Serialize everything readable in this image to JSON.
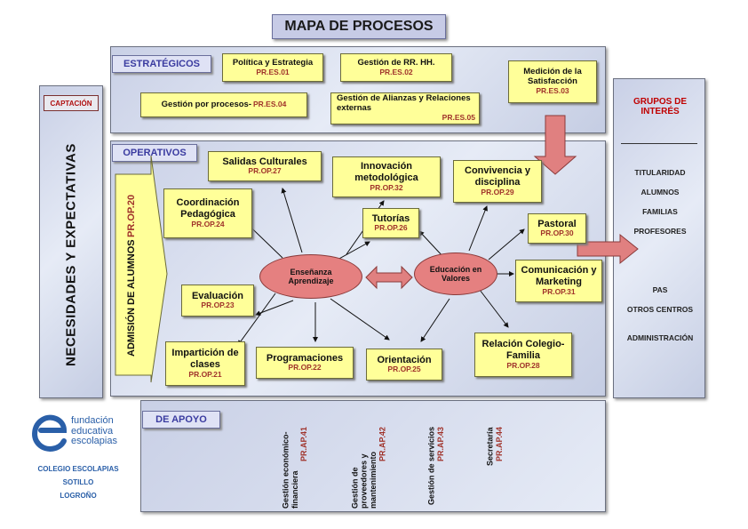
{
  "title": "MAPA DE PROCESOS",
  "left_panel": {
    "captacion": "CAPTACIÓN",
    "necesidades": "NECESIDADES Y EXPECTATIVAS"
  },
  "sections": {
    "estrategicos": "ESTRATÉGICOS",
    "operativos": "OPERATIVOS",
    "apoyo": "DE APOYO"
  },
  "strategic": [
    {
      "name": "Política y Estrategia",
      "code": "PR.ES.01"
    },
    {
      "name": "Gestión de RR. HH.",
      "code": "PR.ES.02"
    },
    {
      "name": "Medición de la Satisfacción",
      "code": "PR.ES.03"
    },
    {
      "name": "Gestión por procesos-",
      "code": "PR.ES.04"
    },
    {
      "name": "Gestión de Alianzas y Relaciones externas",
      "code": "PR.ES.05"
    }
  ],
  "admision": {
    "name": "ADMISIÓN DE ALUMNOS",
    "code": "PR.OP.20"
  },
  "operative": [
    {
      "name": "Salidas Culturales",
      "code": "PR.OP.27"
    },
    {
      "name": "Innovación metodológica",
      "code": "PR.OP.32"
    },
    {
      "name": "Convivencia y disciplina",
      "code": "PR.OP.29"
    },
    {
      "name": "Coordinación Pedagógica",
      "code": "PR.OP.24"
    },
    {
      "name": "Tutorías",
      "code": "PR.OP.26"
    },
    {
      "name": "Pastoral",
      "code": "PR.OP.30"
    },
    {
      "name": "Comunicación y Marketing",
      "code": "PR.OP.31"
    },
    {
      "name": "Evaluación",
      "code": "PR.OP.23"
    },
    {
      "name": "Impartición de clases",
      "code": "PR.OP.21"
    },
    {
      "name": "Programaciones",
      "code": "PR.OP.22"
    },
    {
      "name": "Orientación",
      "code": "PR.OP.25"
    },
    {
      "name": "Relación Colegio-Familia",
      "code": "PR.OP.28"
    }
  ],
  "hubs": {
    "ensenanza": "Enseñanza Aprendizaje",
    "educacion": "Educación en Valores"
  },
  "support": [
    {
      "name": "Gestión económico-financiera",
      "code": "PR.AP.41"
    },
    {
      "name": "Gestión de proveedores y mantenimiento",
      "code": "PR.AP.42"
    },
    {
      "name": "Gestión de servicios",
      "code": "PR.AP.43"
    },
    {
      "name": "Secretaría",
      "code": "PR.AP.44"
    }
  ],
  "grupos": {
    "title": "GRUPOS DE INTERÉS",
    "items": [
      "TITULARIDAD",
      "ALUMNOS",
      "FAMILIAS",
      "PROFESORES",
      "PAS",
      "OTROS CENTROS",
      "ADMINISTRACIÓN"
    ]
  },
  "logo": {
    "line1": "fundación",
    "line2": "educativa",
    "line3": "escolapias"
  },
  "school": {
    "line1": "COLEGIO ESCOLAPIAS",
    "line2": "SOTILLO",
    "line3": "LOGROÑO"
  },
  "colors": {
    "process_fill": "#ffff99",
    "code_text": "#a0332b",
    "oval_fill": "#e58080",
    "arrow_fill": "#e08080",
    "section_text": "#3a3ba0",
    "grupos_title": "#c00000",
    "logo_blue": "#2a5fa8"
  }
}
